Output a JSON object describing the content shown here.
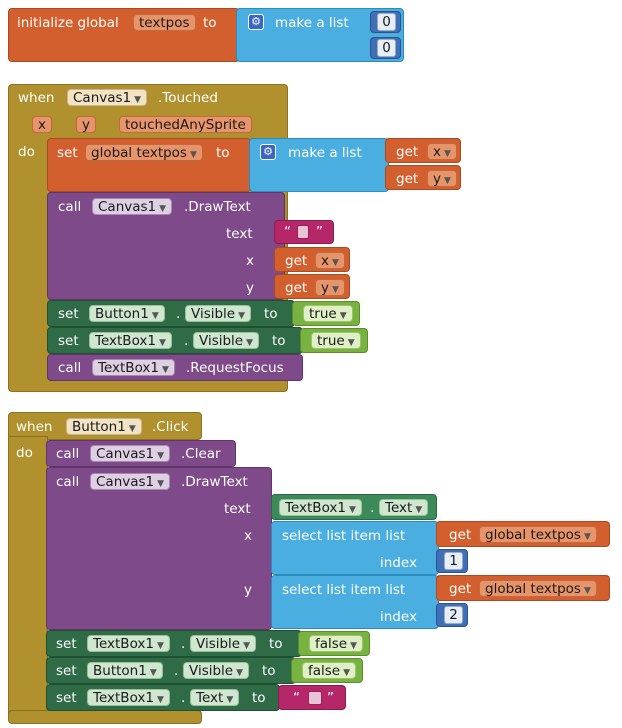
{
  "global_init": {
    "initialize_label": "initialize global",
    "var_name": "textpos",
    "to_label": "to",
    "make_list_label": "make a list",
    "items": [
      "0",
      "0"
    ]
  },
  "touched_event": {
    "when_label": "when",
    "component": "Canvas1",
    "event": ".Touched",
    "params": [
      "x",
      "y",
      "touchedAnySprite"
    ],
    "do_label": "do",
    "set_label": "set",
    "set_var": "global textpos",
    "to_label": "to",
    "make_list_label": "make a list",
    "get_label": "get",
    "get_x": "x",
    "get_y": "y",
    "call_label": "call",
    "draw_text_component": "Canvas1",
    "draw_text_method": ".DrawText",
    "text_label": "text",
    "x_label": "x",
    "y_label": "y",
    "quote_open": "“",
    "quote_close": "”",
    "set1_component": "Button1",
    "set1_prop": "Visible",
    "set1_value": "true",
    "set2_component": "TextBox1",
    "set2_prop": "Visible",
    "set2_value": "true",
    "dot": ".",
    "focus_component": "TextBox1",
    "focus_method": ".RequestFocus"
  },
  "click_event": {
    "when_label": "when",
    "component": "Button1",
    "event": ".Click",
    "do_label": "do",
    "call_label": "call",
    "clear_component": "Canvas1",
    "clear_method": ".Clear",
    "draw_text_component": "Canvas1",
    "draw_text_method": ".DrawText",
    "text_label": "text",
    "x_label": "x",
    "y_label": "y",
    "text_component": "TextBox1",
    "text_prop": "Text",
    "dot": ".",
    "select_label": "select list item  list",
    "index_label": "index",
    "get_label": "get",
    "get_var": "global textpos",
    "index1": "1",
    "index2": "2",
    "set_label": "set",
    "to_label": "to",
    "set1_component": "TextBox1",
    "set1_prop": "Visible",
    "set1_value": "false",
    "set2_component": "Button1",
    "set2_prop": "Visible",
    "set2_value": "false",
    "set3_component": "TextBox1",
    "set3_prop": "Text",
    "quote_open": "“",
    "quote_close": "”"
  },
  "colors": {
    "variables": "#d25f2d",
    "lists": "#4aaee0",
    "events": "#b0912d",
    "methods": "#7f4a8a",
    "setters": "#2e6b46",
    "logic": "#78b240",
    "numbers": "#3f6fb5",
    "text": "#b6276a"
  },
  "icons": [
    "gear-icon",
    "dropdown-arrow-icon"
  ]
}
